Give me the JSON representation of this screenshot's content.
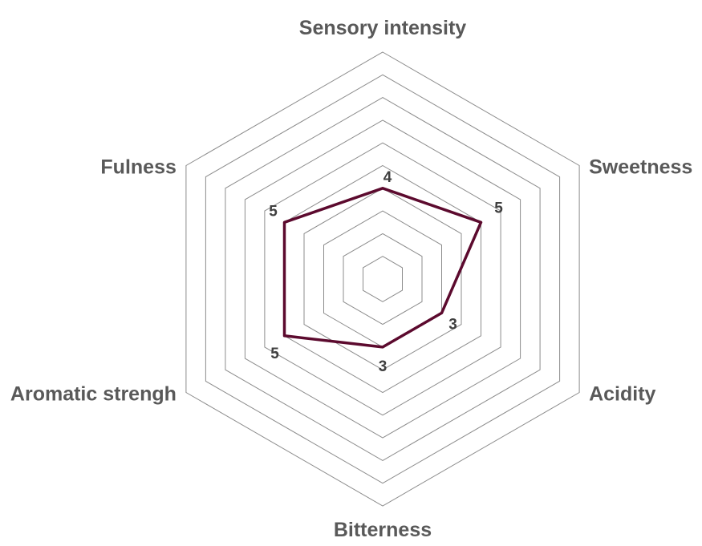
{
  "chart_data": {
    "type": "radar",
    "categories": [
      "Sensory intensity",
      "Sweetness",
      "Acidity",
      "Bitterness",
      "Aromatic strengh",
      "Fulness"
    ],
    "series": [
      {
        "values": [
          4,
          5,
          3,
          3,
          5,
          5
        ],
        "color": "#5c0a2e"
      }
    ],
    "rlim": [
      0,
      10
    ],
    "grid": true,
    "data_labels": [
      "4",
      "5",
      "3",
      "3",
      "5",
      "5"
    ]
  }
}
